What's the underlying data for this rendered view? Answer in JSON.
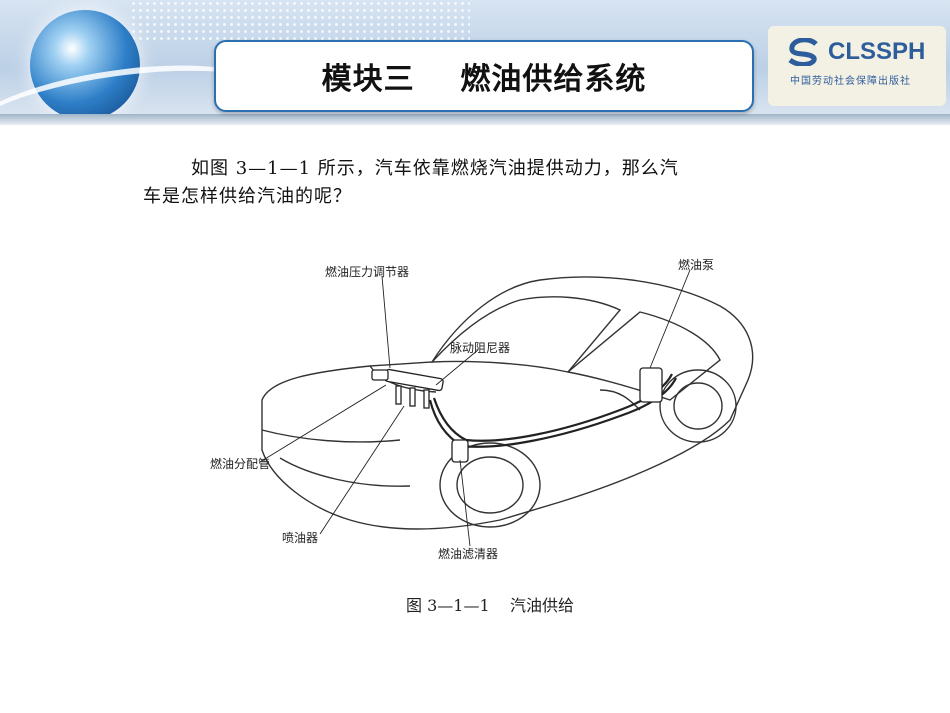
{
  "header": {
    "title": "模块三    燃油供给系统",
    "logo_text": "CLSSPH",
    "logo_subtitle": "中国劳动社会保障出版社"
  },
  "body": {
    "paragraph_line1": "如图 3—1—1 所示，汽车依靠燃烧汽油提供动力，那么汽",
    "paragraph_line2": "车是怎样供给汽油的呢？"
  },
  "figure": {
    "labels": {
      "pressure_regulator": "燃油压力调节器",
      "fuel_pump": "燃油泵",
      "pulsation_damper": "脉动阻尼器",
      "fuel_rail": "燃油分配管",
      "injector": "喷油器",
      "fuel_filter": "燃油滤清器"
    },
    "caption": "图 3—1—1    汽油供给"
  },
  "colors": {
    "title_border": "#2a6fb0",
    "logo_blue": "#2d5d9b"
  }
}
